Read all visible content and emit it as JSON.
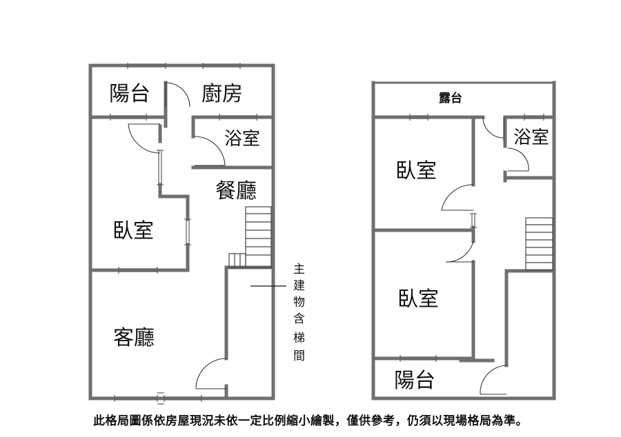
{
  "left_plan": {
    "rooms": {
      "balcony": "陽台",
      "kitchen": "廚房",
      "bathroom": "浴室",
      "dining": "餐廳",
      "bedroom": "臥室",
      "living": "客廳"
    },
    "stair_note": [
      "主",
      "建",
      "物",
      "含",
      "梯",
      "間"
    ]
  },
  "right_plan": {
    "rooms": {
      "terrace": "露台",
      "bathroom": "浴室",
      "bedroom_upper": "臥室",
      "bedroom_lower": "臥室",
      "balcony": "陽台"
    }
  },
  "disclaimer": "此格局圖係依房屋現況未依一定比例縮小繪製，僅供參考，仍須以現場格局為準。"
}
